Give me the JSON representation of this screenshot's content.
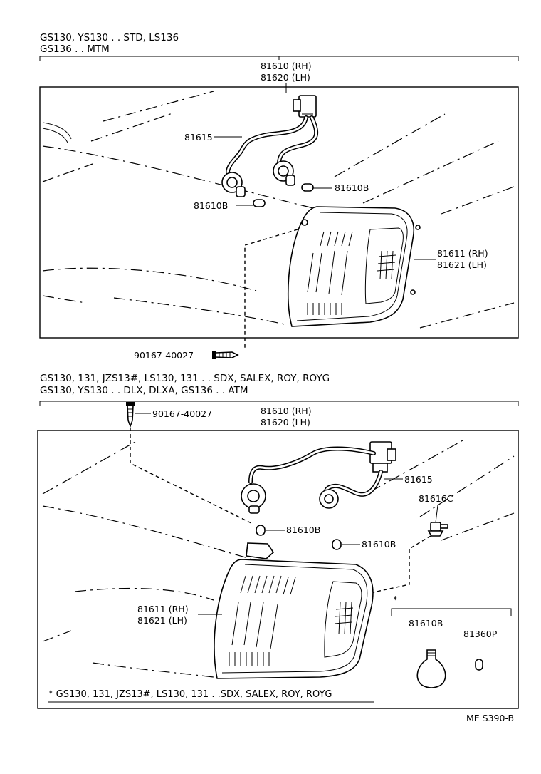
{
  "top_section": {
    "header_line1": "GS130, YS130 . . STD, LS136",
    "header_line2": "GS136 . . MTM",
    "labels": {
      "assy_rh": "81610 (RH)",
      "assy_lh": "81620 (LH)",
      "socket_wire": "81615",
      "bulb_right": "81610B",
      "bulb_left": "81610B",
      "lens_rh": "81611 (RH)",
      "lens_lh": "81621 (LH)",
      "screw": "90167-40027"
    }
  },
  "bottom_section": {
    "header_line1": "GS130, 131, JZS13#, LS130, 131 . . SDX, SALEX, ROY, ROYG",
    "header_line2": "GS130, YS130 . . DLX, DLXA, GS136 . . ATM",
    "labels": {
      "screw": "90167-40027",
      "assy_rh": "81610 (RH)",
      "assy_lh": "81620 (LH)",
      "socket_wire": "81615",
      "socket_c": "81616C",
      "bulb_left": "81610B",
      "bulb_right": "81610B",
      "lens_rh": "81611 (RH)",
      "lens_lh": "81621 (LH)",
      "asterisk": "*",
      "inset_bulb": "81610B",
      "inset_bulb_small": "81360P",
      "footnote": "*  GS130, 131, JZS13#, LS130, 131 . .SDX, SALEX, ROY, ROYG"
    }
  },
  "page_code": "ME  S390-B"
}
